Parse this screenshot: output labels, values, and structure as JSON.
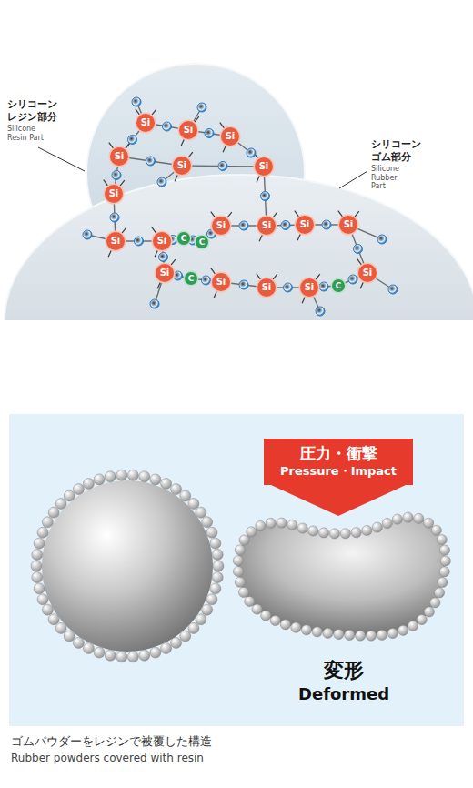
{
  "diagram": {
    "caption": "ゴムパウダーをレジンで被覆した構造",
    "nodes": [
      {
        "text": [
          "圧力・衝撃",
          "Pressure・Impact"
        ]
      }
    ],
    "labels": [
      "シリコーン レジン部分",
      "Silicone Resin Part",
      "シリコーン ゴム部分",
      "Silicone Rubber Part",
      "Si",
      "Si",
      "Si",
      "Si",
      "Si",
      "Si",
      "Si",
      "Si",
      "Si",
      "Si",
      "Si",
      "Si",
      "Si",
      "Si",
      "Si",
      "Si",
      "Si",
      "Si",
      "C",
      "C",
      "C",
      "C",
      "変形",
      "Deformed",
      "Rubber powders covered with resin"
    ]
  }
}
